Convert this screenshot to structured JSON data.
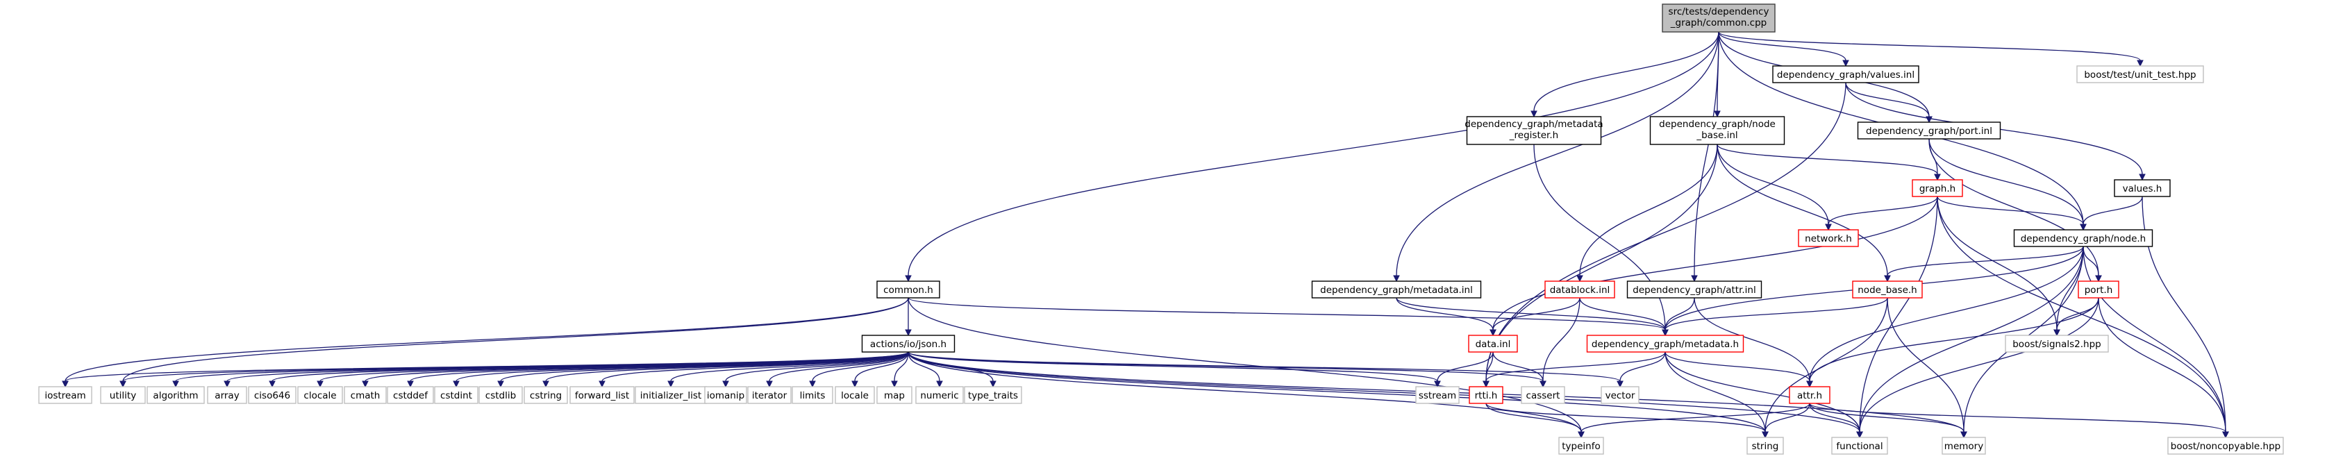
{
  "graph": {
    "colors": {
      "root_fill": "#bfbfbf",
      "root_border": "#404040",
      "documented_border": "#000000",
      "truncated_border": "#ff0000",
      "external_border": "#bfbfbf",
      "external_text": "#404040",
      "edge": "#191970",
      "background": "#ffffff"
    },
    "nodes": [
      {
        "id": "root",
        "kind": "root",
        "lines": [
          "src/tests/dependency",
          "_graph/common.cpp"
        ]
      },
      {
        "id": "values_inl",
        "kind": "documented",
        "lines": [
          "dependency_graph/values.inl"
        ]
      },
      {
        "id": "unit_test",
        "kind": "external",
        "lines": [
          "boost/test/unit_test.hpp"
        ]
      },
      {
        "id": "metadata_register",
        "kind": "documented",
        "lines": [
          "dependency_graph/metadata",
          "_register.h"
        ]
      },
      {
        "id": "node_base_inl",
        "kind": "documented",
        "lines": [
          "dependency_graph/node",
          "_base.inl"
        ]
      },
      {
        "id": "port_inl",
        "kind": "documented",
        "lines": [
          "dependency_graph/port.inl"
        ]
      },
      {
        "id": "values_h",
        "kind": "documented",
        "lines": [
          "values.h"
        ]
      },
      {
        "id": "graph_h",
        "kind": "truncated",
        "lines": [
          "graph.h"
        ]
      },
      {
        "id": "network_h",
        "kind": "truncated",
        "lines": [
          "network.h"
        ]
      },
      {
        "id": "node_h",
        "kind": "documented",
        "lines": [
          "dependency_graph/node.h"
        ]
      },
      {
        "id": "common_h",
        "kind": "documented",
        "lines": [
          "common.h"
        ]
      },
      {
        "id": "metadata_inl",
        "kind": "documented",
        "lines": [
          "dependency_graph/metadata.inl"
        ]
      },
      {
        "id": "datablock_inl",
        "kind": "truncated",
        "lines": [
          "datablock.inl"
        ]
      },
      {
        "id": "attr_inl",
        "kind": "documented",
        "lines": [
          "dependency_graph/attr.inl"
        ]
      },
      {
        "id": "node_base_h",
        "kind": "truncated",
        "lines": [
          "node_base.h"
        ]
      },
      {
        "id": "port_h",
        "kind": "truncated",
        "lines": [
          "port.h"
        ]
      },
      {
        "id": "json_h",
        "kind": "documented",
        "lines": [
          "actions/io/json.h"
        ]
      },
      {
        "id": "data_inl",
        "kind": "truncated",
        "lines": [
          "data.inl"
        ]
      },
      {
        "id": "metadata_h",
        "kind": "truncated",
        "lines": [
          "dependency_graph/metadata.h"
        ]
      },
      {
        "id": "signals2",
        "kind": "external",
        "lines": [
          "boost/signals2.hpp"
        ]
      },
      {
        "id": "iostream",
        "kind": "external",
        "lines": [
          "iostream"
        ]
      },
      {
        "id": "utility",
        "kind": "external",
        "lines": [
          "utility"
        ]
      },
      {
        "id": "algorithm",
        "kind": "external",
        "lines": [
          "algorithm"
        ]
      },
      {
        "id": "array",
        "kind": "external",
        "lines": [
          "array"
        ]
      },
      {
        "id": "ciso646",
        "kind": "external",
        "lines": [
          "ciso646"
        ]
      },
      {
        "id": "clocale",
        "kind": "external",
        "lines": [
          "clocale"
        ]
      },
      {
        "id": "cmath",
        "kind": "external",
        "lines": [
          "cmath"
        ]
      },
      {
        "id": "cstddef",
        "kind": "external",
        "lines": [
          "cstddef"
        ]
      },
      {
        "id": "cstdint",
        "kind": "external",
        "lines": [
          "cstdint"
        ]
      },
      {
        "id": "cstdlib",
        "kind": "external",
        "lines": [
          "cstdlib"
        ]
      },
      {
        "id": "cstring",
        "kind": "external",
        "lines": [
          "cstring"
        ]
      },
      {
        "id": "forward_list",
        "kind": "external",
        "lines": [
          "forward_list"
        ]
      },
      {
        "id": "initializer_list",
        "kind": "external",
        "lines": [
          "initializer_list"
        ]
      },
      {
        "id": "iomanip",
        "kind": "external",
        "lines": [
          "iomanip"
        ]
      },
      {
        "id": "iterator",
        "kind": "external",
        "lines": [
          "iterator"
        ]
      },
      {
        "id": "limits",
        "kind": "external",
        "lines": [
          "limits"
        ]
      },
      {
        "id": "locale",
        "kind": "external",
        "lines": [
          "locale"
        ]
      },
      {
        "id": "map",
        "kind": "external",
        "lines": [
          "map"
        ]
      },
      {
        "id": "numeric",
        "kind": "external",
        "lines": [
          "numeric"
        ]
      },
      {
        "id": "type_traits",
        "kind": "external",
        "lines": [
          "type_traits"
        ]
      },
      {
        "id": "sstream",
        "kind": "external",
        "lines": [
          "sstream"
        ]
      },
      {
        "id": "rtti_h",
        "kind": "truncated",
        "lines": [
          "rtti.h"
        ]
      },
      {
        "id": "cassert",
        "kind": "external",
        "lines": [
          "cassert"
        ]
      },
      {
        "id": "vector",
        "kind": "external",
        "lines": [
          "vector"
        ]
      },
      {
        "id": "attr_h",
        "kind": "truncated",
        "lines": [
          "attr.h"
        ]
      },
      {
        "id": "typeinfo",
        "kind": "external",
        "lines": [
          "typeinfo"
        ]
      },
      {
        "id": "string",
        "kind": "external",
        "lines": [
          "string"
        ]
      },
      {
        "id": "functional",
        "kind": "external",
        "lines": [
          "functional"
        ]
      },
      {
        "id": "memory",
        "kind": "external",
        "lines": [
          "memory"
        ]
      },
      {
        "id": "noncopyable",
        "kind": "external",
        "lines": [
          "boost/noncopyable.hpp"
        ]
      }
    ],
    "edges": [
      [
        "root",
        "values_inl"
      ],
      [
        "root",
        "unit_test"
      ],
      [
        "root",
        "metadata_register"
      ],
      [
        "root",
        "node_base_inl"
      ],
      [
        "root",
        "port_inl"
      ],
      [
        "root",
        "common_h"
      ],
      [
        "root",
        "metadata_inl"
      ],
      [
        "root",
        "attr_inl"
      ],
      [
        "root",
        "node_h"
      ],
      [
        "values_inl",
        "port_inl"
      ],
      [
        "values_inl",
        "values_h"
      ],
      [
        "values_inl",
        "rtti_h"
      ],
      [
        "metadata_register",
        "metadata_h"
      ],
      [
        "node_base_inl",
        "graph_h"
      ],
      [
        "node_base_inl",
        "network_h"
      ],
      [
        "node_base_inl",
        "datablock_inl"
      ],
      [
        "node_base_inl",
        "node_base_h"
      ],
      [
        "node_base_inl",
        "rtti_h"
      ],
      [
        "port_inl",
        "graph_h"
      ],
      [
        "port_inl",
        "node_h"
      ],
      [
        "port_inl",
        "port_h"
      ],
      [
        "values_h",
        "node_h"
      ],
      [
        "values_h",
        "noncopyable"
      ],
      [
        "graph_h",
        "network_h"
      ],
      [
        "graph_h",
        "node_h"
      ],
      [
        "graph_h",
        "data_inl"
      ],
      [
        "graph_h",
        "signals2"
      ],
      [
        "graph_h",
        "functional"
      ],
      [
        "graph_h",
        "noncopyable"
      ],
      [
        "node_h",
        "node_base_h"
      ],
      [
        "node_h",
        "port_h"
      ],
      [
        "node_h",
        "metadata_h"
      ],
      [
        "node_h",
        "signals2"
      ],
      [
        "node_h",
        "attr_h"
      ],
      [
        "node_h",
        "functional"
      ],
      [
        "node_h",
        "memory"
      ],
      [
        "node_h",
        "noncopyable"
      ],
      [
        "common_h",
        "json_h"
      ],
      [
        "common_h",
        "metadata_h"
      ],
      [
        "common_h",
        "iostream"
      ],
      [
        "common_h",
        "utility"
      ],
      [
        "common_h",
        "typeinfo"
      ],
      [
        "metadata_inl",
        "data_inl"
      ],
      [
        "metadata_inl",
        "metadata_h"
      ],
      [
        "datablock_inl",
        "data_inl"
      ],
      [
        "datablock_inl",
        "metadata_h"
      ],
      [
        "datablock_inl",
        "cassert"
      ],
      [
        "attr_inl",
        "metadata_h"
      ],
      [
        "attr_inl",
        "attr_h"
      ],
      [
        "node_base_h",
        "metadata_h"
      ],
      [
        "node_base_h",
        "string"
      ],
      [
        "node_base_h",
        "memory"
      ],
      [
        "port_h",
        "signals2"
      ],
      [
        "port_h",
        "attr_h"
      ],
      [
        "port_h",
        "functional"
      ],
      [
        "port_h",
        "noncopyable"
      ],
      [
        "json_h",
        "iostream"
      ],
      [
        "json_h",
        "utility"
      ],
      [
        "json_h",
        "algorithm"
      ],
      [
        "json_h",
        "array"
      ],
      [
        "json_h",
        "ciso646"
      ],
      [
        "json_h",
        "clocale"
      ],
      [
        "json_h",
        "cmath"
      ],
      [
        "json_h",
        "cstddef"
      ],
      [
        "json_h",
        "cstdint"
      ],
      [
        "json_h",
        "cstdlib"
      ],
      [
        "json_h",
        "cstring"
      ],
      [
        "json_h",
        "forward_list"
      ],
      [
        "json_h",
        "initializer_list"
      ],
      [
        "json_h",
        "iomanip"
      ],
      [
        "json_h",
        "iterator"
      ],
      [
        "json_h",
        "limits"
      ],
      [
        "json_h",
        "locale"
      ],
      [
        "json_h",
        "map"
      ],
      [
        "json_h",
        "numeric"
      ],
      [
        "json_h",
        "type_traits"
      ],
      [
        "json_h",
        "sstream"
      ],
      [
        "json_h",
        "cassert"
      ],
      [
        "json_h",
        "string"
      ],
      [
        "json_h",
        "functional"
      ],
      [
        "json_h",
        "memory"
      ],
      [
        "json_h",
        "vector"
      ],
      [
        "json_h",
        "typeinfo"
      ],
      [
        "data_inl",
        "sstream"
      ],
      [
        "data_inl",
        "rtti_h"
      ],
      [
        "data_inl",
        "cassert"
      ],
      [
        "metadata_h",
        "rtti_h"
      ],
      [
        "metadata_h",
        "attr_h"
      ],
      [
        "metadata_h",
        "vector"
      ],
      [
        "metadata_h",
        "string"
      ],
      [
        "metadata_h",
        "functional"
      ],
      [
        "attr_h",
        "typeinfo"
      ],
      [
        "attr_h",
        "string"
      ],
      [
        "attr_h",
        "functional"
      ],
      [
        "attr_h",
        "memory"
      ],
      [
        "attr_h",
        "noncopyable"
      ],
      [
        "rtti_h",
        "typeinfo"
      ],
      [
        "rtti_h",
        "string"
      ]
    ]
  }
}
